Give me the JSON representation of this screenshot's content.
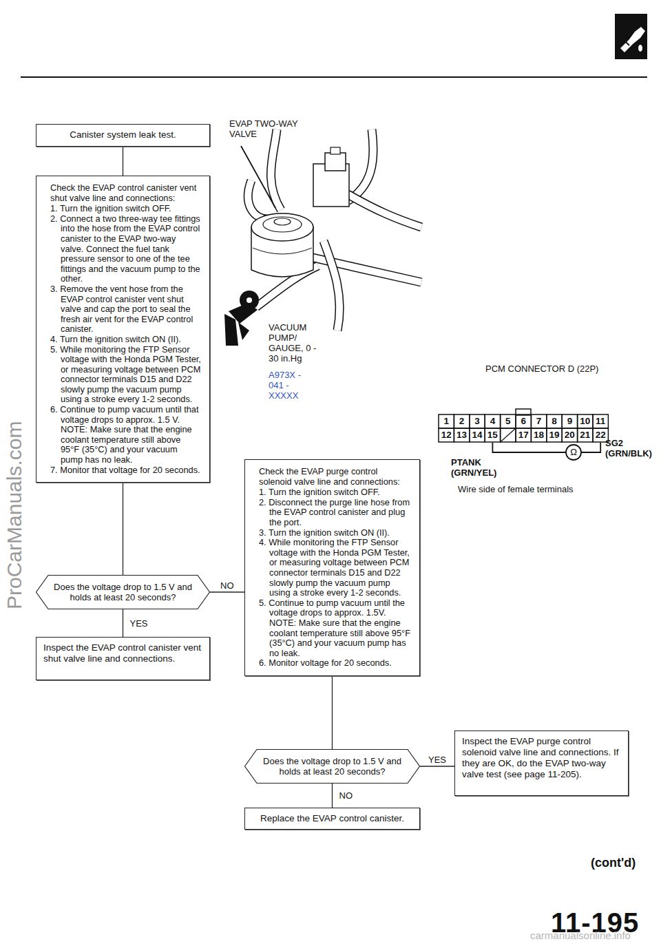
{
  "diagram": {
    "nodes": [
      {
        "text": [
          "Canister system leak test."
        ]
      },
      {
        "text": [
          "Check the EVAP control canister vent shut valve line and connections:",
          "1. Turn the ignition switch OFF.",
          "2. Connect a two three-way tee fittings into the hose from the EVAP control canister to the EVAP two-way valve. Connect the fuel tank pressure sensor to one of the tee fittings and the vacuum pump to the other.",
          "3. Remove the vent hose from the EVAP control canister vent shut valve and cap the port to seal the fresh air vent for the EVAP control canister.",
          "4. Turn the ignition switch ON (II).",
          "5. While monitoring the FTP Sensor voltage with the Honda PGM Tester, or measuring voltage between PCM connector terminals D15 and D22 slowly pump the vacuum pump using a stroke every 1-2 seconds.",
          "6. Continue to pump vacuum until that voltage drops to approx. 1.5 V.",
          "NOTE: Make sure that the engine coolant temperature still above 95°F (35°C) and your vacuum pump has no leak.",
          "7. Monitor that voltage for 20 seconds."
        ]
      },
      {
        "text": [
          "Does the voltage drop to 1.5 V and holds at least 20 seconds?"
        ]
      },
      {
        "text": [
          "Inspect the EVAP control canister vent shut valve line and connections."
        ]
      },
      {
        "text": [
          "Check the EVAP purge control solenoid valve line and connections:",
          "1. Turn the ignition switch OFF.",
          "2. Disconnect the purge line hose from the EVAP control canister and plug the port.",
          "3. Turn the ignition switch ON (II).",
          "4. While monitoring the FTP Sensor voltage with the Honda PGM Tester, or measuring voltage between PCM connector terminals D15 and D22 slowly pump the vacuum pump using a stroke every 1-2 seconds.",
          "5. Continue to pump vacuum until the voltage drops to approx. 1.5V.",
          "NOTE: Make sure that the engine coolant temperature still above 95°F (35°C) and your vacuum pump has no leak.",
          "6. Monitor voltage for 20 seconds."
        ]
      },
      {
        "text": [
          "Does the voltage drop to 1.5 V and holds at least 20 seconds?"
        ]
      },
      {
        "text": [
          "Inspect the EVAP purge control solenoid valve line and connections. If they are OK, do the EVAP two-way valve test (see page 11-205)."
        ]
      },
      {
        "text": [
          "Replace the EVAP control canister."
        ]
      }
    ],
    "edges": [
      {
        "from": 0,
        "to": 1,
        "arrow": "none"
      },
      {
        "from": 1,
        "to": 2,
        "arrow": "none"
      },
      {
        "from": 2,
        "to": 3,
        "label": "YES",
        "arrow": "none"
      },
      {
        "from": 2,
        "to": 4,
        "label": "NO",
        "arrow": "none"
      },
      {
        "from": 4,
        "to": 5,
        "arrow": "none"
      },
      {
        "from": 5,
        "to": 6,
        "label": "YES",
        "arrow": "none"
      },
      {
        "from": 5,
        "to": 7,
        "label": "NO",
        "arrow": "none"
      }
    ],
    "labels": [
      "EVAP TWO-WAY VALVE",
      "VACUUM PUMP/ GAUGE, 0 - 30 in.Hg",
      "A973X - 041 - XXXXX",
      "PCM CONNECTOR D (22P)",
      "1",
      "2",
      "3",
      "4",
      "5",
      "6",
      "7",
      "8",
      "9",
      "10",
      "11",
      "12",
      "13",
      "14",
      "15",
      "17",
      "18",
      "19",
      "20",
      "21",
      "22",
      "PTANK (GRN/YEL)",
      "Ω",
      "SG2 (GRN/BLK)",
      "Wire side of female terminals",
      "(cont'd)",
      "11-195",
      "ProCarManuals.com",
      "carmanualsonline.info"
    ]
  }
}
